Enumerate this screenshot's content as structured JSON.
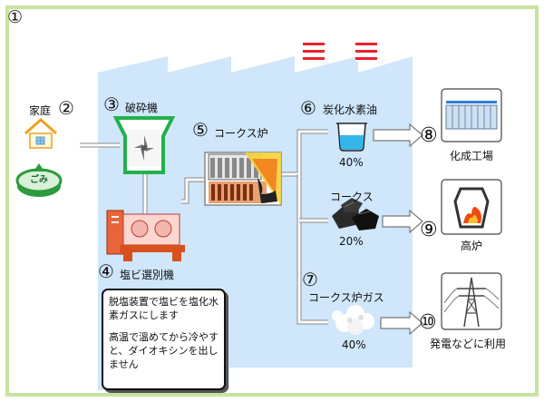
{
  "frame_marker": "①",
  "home": {
    "label": "家庭",
    "marker": "②",
    "garbage_text": "ごみ"
  },
  "crusher": {
    "label": "破砕機",
    "marker": "③"
  },
  "pvc_sorter": {
    "label": "塩ビ選別機",
    "marker": "④"
  },
  "coke_oven": {
    "label": "コークス炉",
    "marker": "⑤"
  },
  "hydrocarbon_oil": {
    "label": "炭化水素油",
    "marker": "⑥",
    "percent": "40%"
  },
  "coke": {
    "label": "コークス",
    "percent": "20%"
  },
  "coke_oven_gas": {
    "label": "コークス炉ガス",
    "marker": "⑦",
    "percent": "40%"
  },
  "chemical_plant": {
    "label": "化成工場",
    "marker": "⑧"
  },
  "blast_furnace": {
    "label": "高炉",
    "marker": "⑨"
  },
  "power_generation": {
    "label": "発電などに利用",
    "marker": "⑩"
  },
  "note": {
    "line1": "脱塩装置で塩ビを塩化水素ガスにします",
    "line2": "高温で溫めてから冷やすと、ダイオキシンを出しません"
  },
  "colors": {
    "frame_green": "#c8e3a0",
    "building_blue": "#cfe6fb",
    "crusher_green": "#22b14c",
    "sorter_red": "#d8501c",
    "fire_orange": "#f07a1a"
  }
}
